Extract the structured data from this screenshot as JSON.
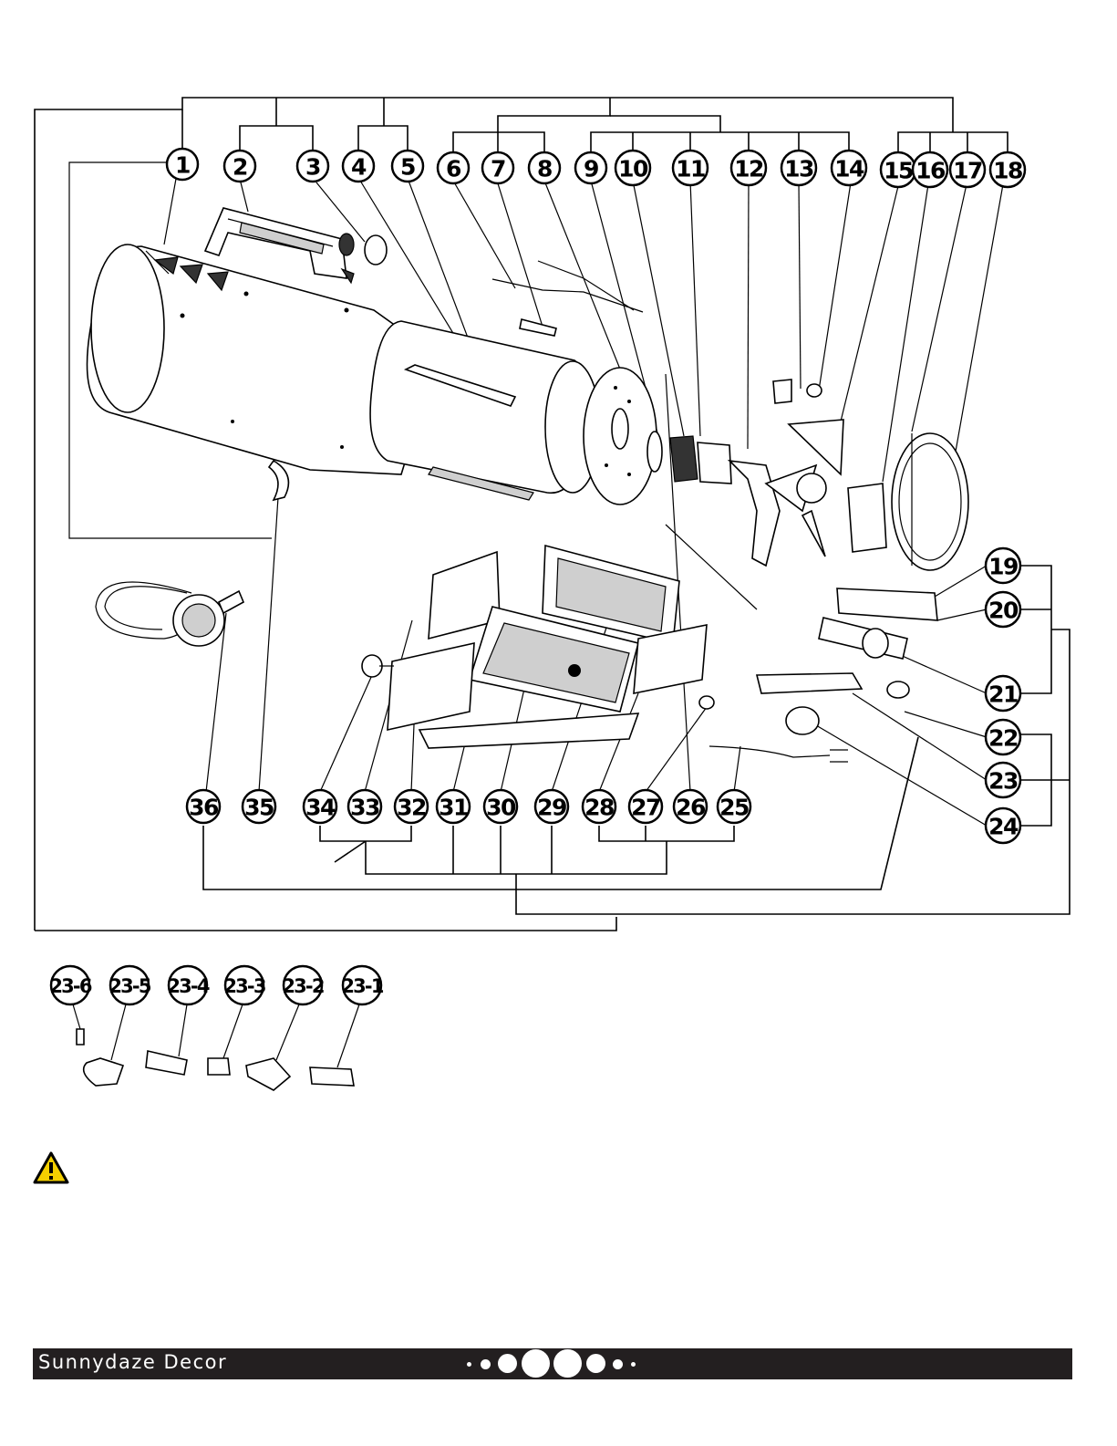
{
  "callouts": {
    "c1": "1",
    "c2": "2",
    "c3": "3",
    "c4": "4",
    "c5": "5",
    "c6": "6",
    "c7": "7",
    "c8": "8",
    "c9": "9",
    "c10": "10",
    "c11": "11",
    "c12": "12",
    "c13": "13",
    "c14": "14",
    "c15": "15",
    "c16": "16",
    "c17": "17",
    "c18": "18",
    "c19": "19",
    "c20": "20",
    "c21": "21",
    "c22": "22",
    "c23": "23",
    "c24": "24",
    "c25": "25",
    "c26": "26",
    "c27": "27",
    "c28": "28",
    "c29": "29",
    "c30": "30",
    "c31": "31",
    "c32": "32",
    "c33": "33",
    "c34": "34",
    "c35": "35",
    "c36": "36"
  },
  "sub_callouts": {
    "s6": "23-6",
    "s5": "23-5",
    "s4": "23-4",
    "s3": "23-3",
    "s2": "23-2",
    "s1": "23-1"
  },
  "warning": {
    "icon": "warning-triangle-icon",
    "color": "#f4d000"
  },
  "footer": {
    "brand": "Sunnydaze Decor",
    "background": "#231f20"
  }
}
